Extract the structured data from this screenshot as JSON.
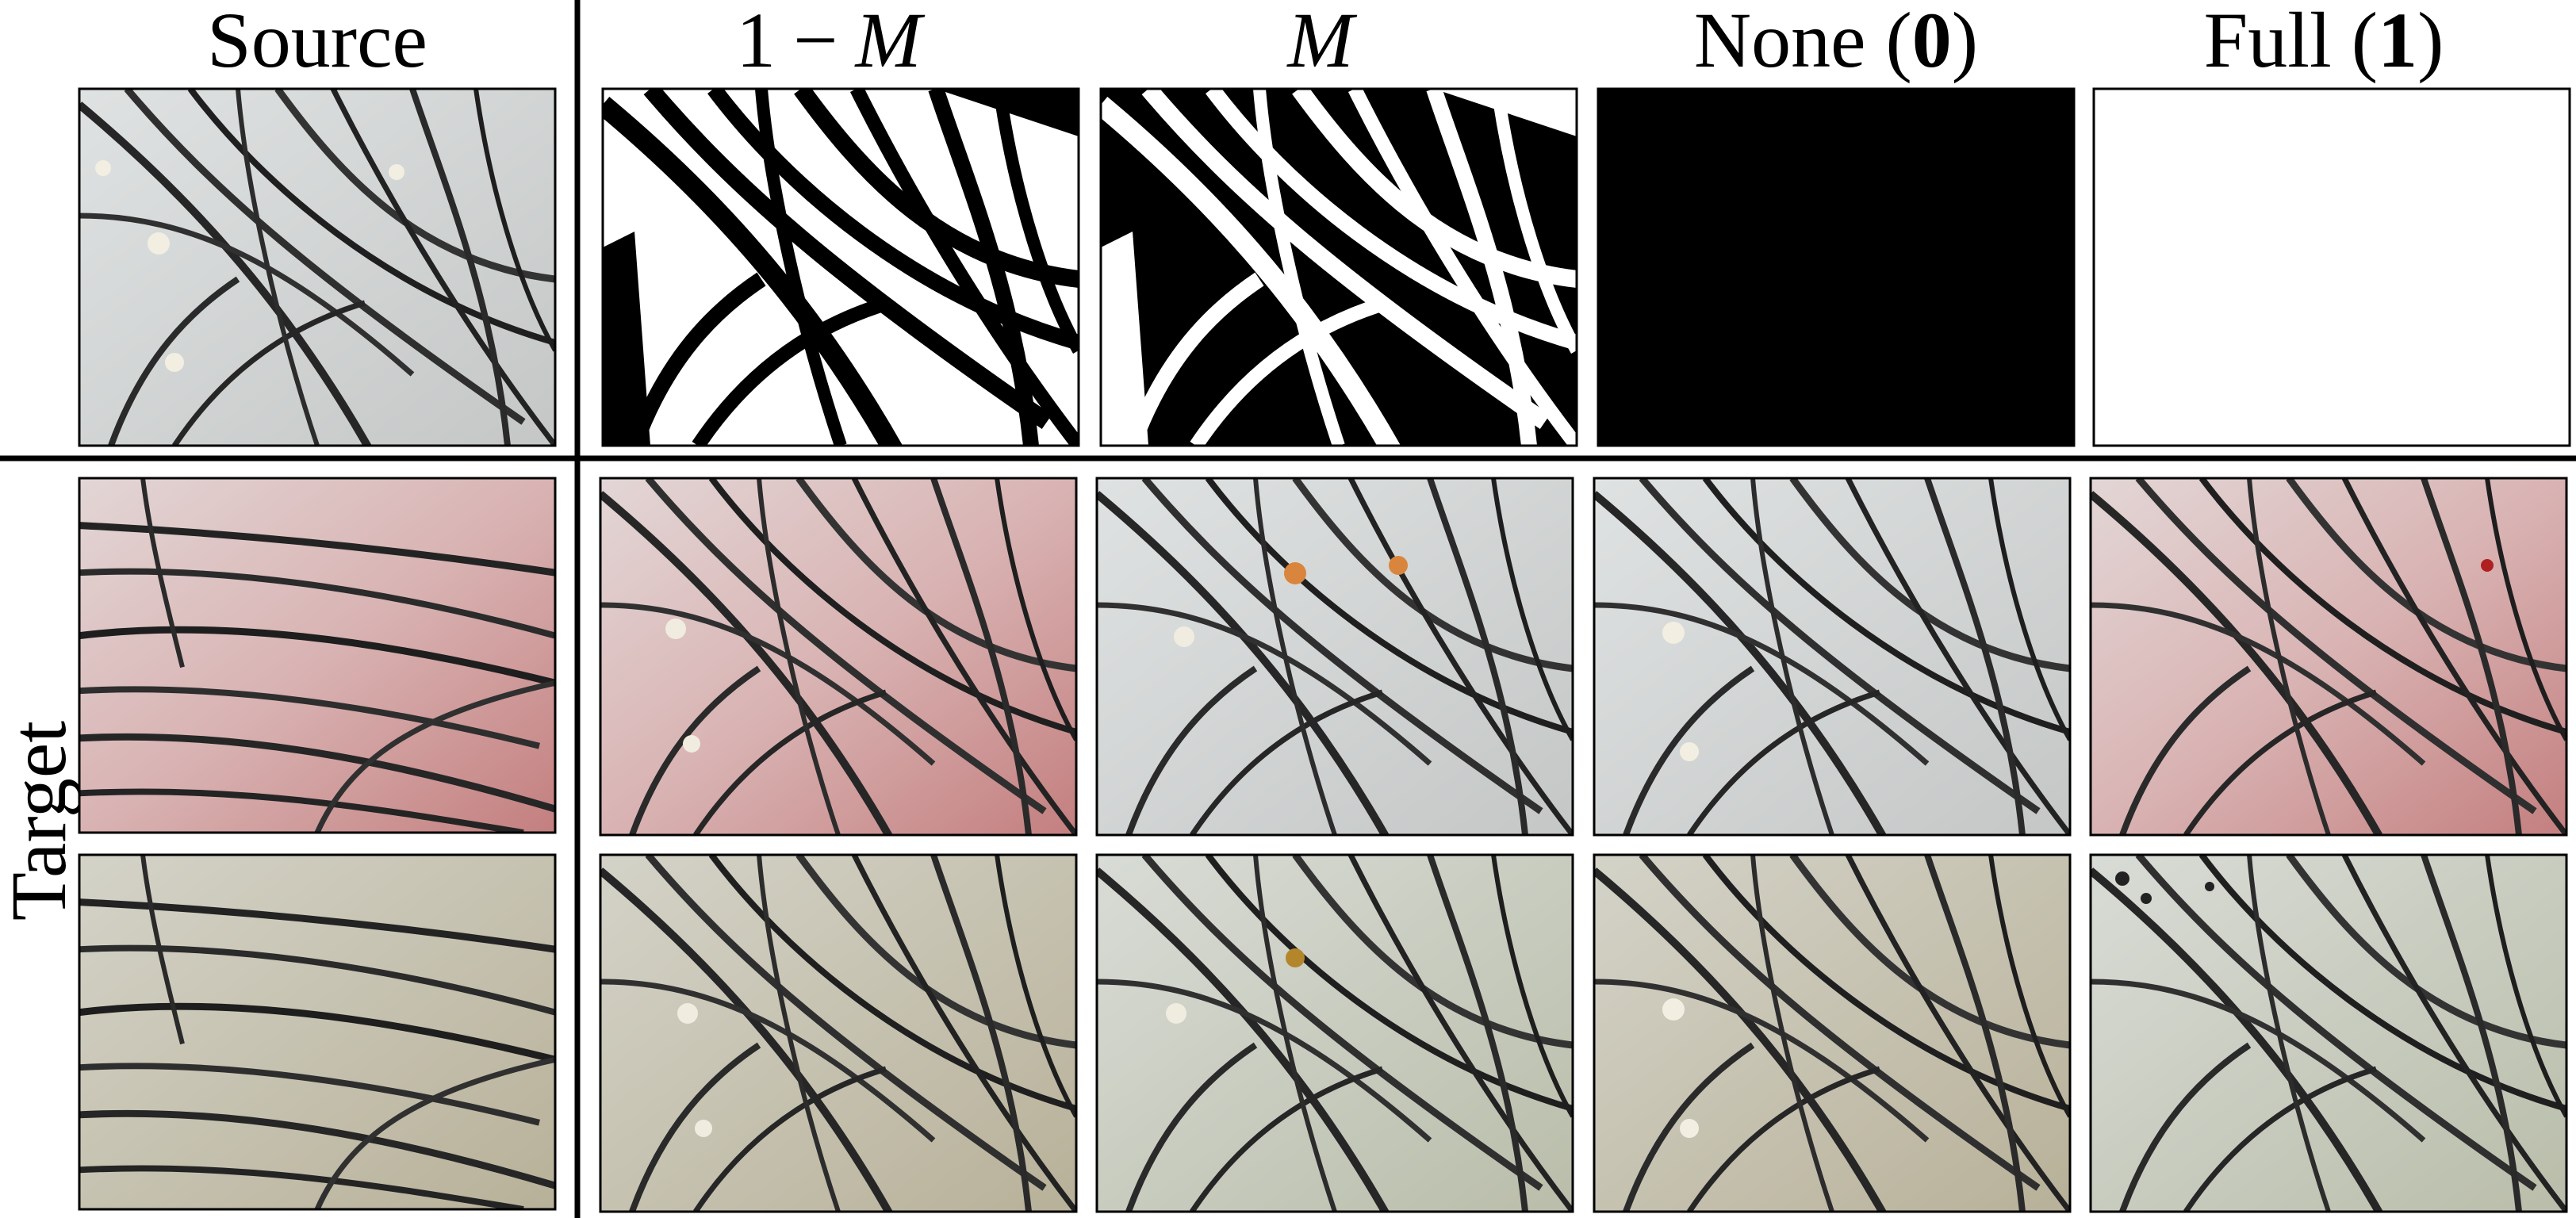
{
  "headers": {
    "source": "Source",
    "inv_mask": {
      "one": "1",
      "minus": "−",
      "m": "M"
    },
    "mask": {
      "m": "M"
    },
    "none": {
      "pre": "None (",
      "val": "0",
      "post": ")"
    },
    "full": {
      "pre": "Full (",
      "val": "1",
      "post": ")"
    }
  },
  "side_label": "Target",
  "colors": {
    "skin": "#d8d8d6",
    "skin_pink": "#d7b7b7",
    "skin_beige": "#c9c4b4",
    "hair": "#2b2b2b",
    "mask_black": "#000000",
    "mask_white": "#ffffff"
  },
  "icons": {
    "source_image": "scalp-hair-photo",
    "mask_image": "binary-mask-image",
    "result_image": "generated-scalp-photo"
  }
}
